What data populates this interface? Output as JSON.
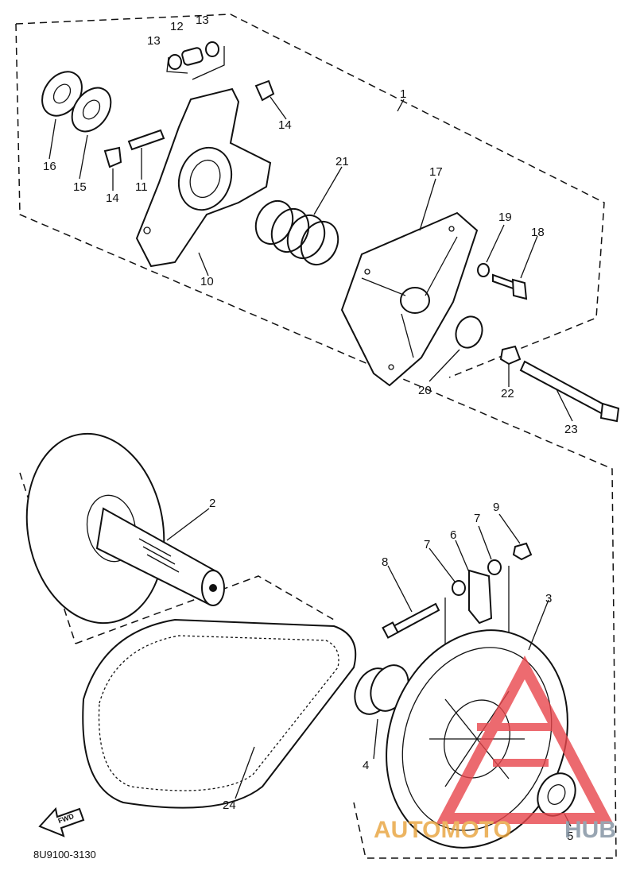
{
  "callouts": {
    "c1": "1",
    "c2": "2",
    "c3": "3",
    "c4": "4",
    "c5": "5",
    "c6": "6",
    "c7a": "7",
    "c7b": "7",
    "c8": "8",
    "c9": "9",
    "c10": "10",
    "c11": "11",
    "c12": "12",
    "c13a": "13",
    "c13b": "13",
    "c14a": "14",
    "c14b": "14",
    "c15": "15",
    "c16": "16",
    "c17": "17",
    "c18": "18",
    "c19": "19",
    "c20": "20",
    "c21": "21",
    "c22": "22",
    "c23": "23",
    "c24": "24"
  },
  "fwd_label": "FWD",
  "diagram_code": "8U9100-3130",
  "watermark": {
    "text_left": "AUTOMOTO",
    "text_right": "HUB",
    "color_left": "#e8a23a",
    "color_right": "#7f8f9f",
    "logo_color": "#e8464c"
  }
}
